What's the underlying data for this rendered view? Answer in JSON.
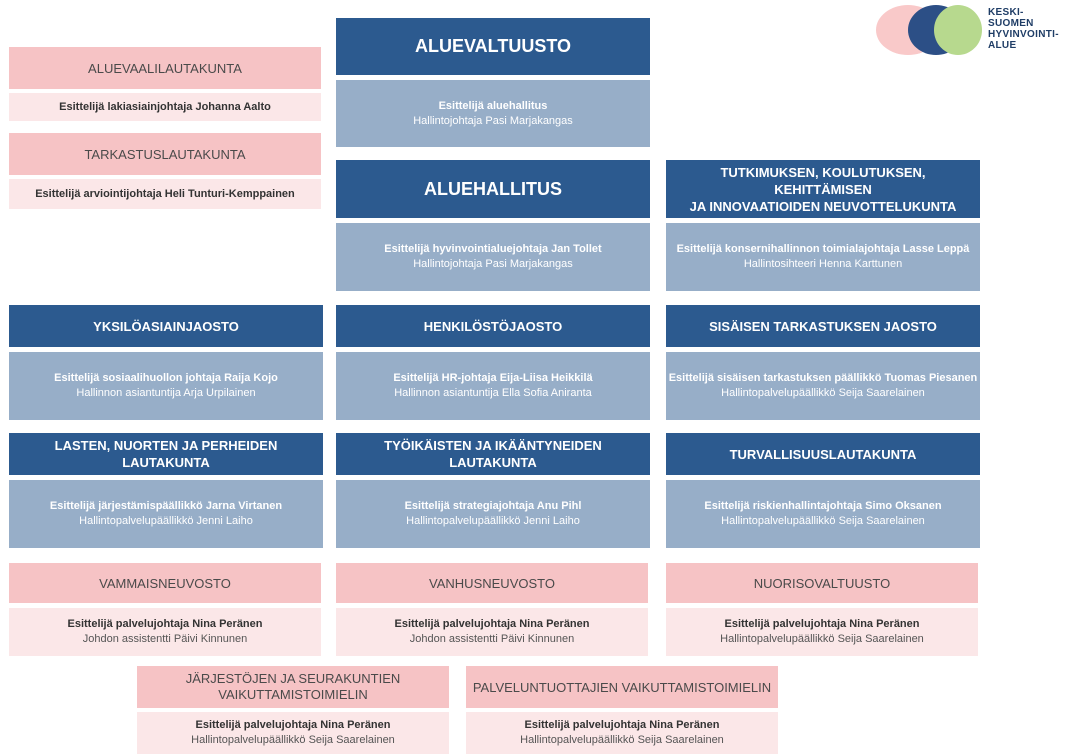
{
  "logo": {
    "lines": [
      "KESKI-",
      "SUOMEN",
      "HYVINVOINTI-",
      "ALUE"
    ],
    "colors": {
      "pink": "#f9c9c9",
      "navy": "#2c4f86",
      "green": "#b7d98e"
    }
  },
  "colors": {
    "navy_header": "#2c5a8f",
    "blue_body": "#97aec8",
    "pink_header": "#f6c3c5",
    "light_pink_body": "#fbe7e8"
  },
  "aluevaalilautakunta": {
    "title": "ALUEVAALILAUTAKUNTA",
    "line1": "Esittelijä lakiasiainjohtaja Johanna Aalto"
  },
  "tarkastuslautakunta": {
    "title": "TARKASTUSLAUTAKUNTA",
    "line1": "Esittelijä arviointijohtaja Heli Tunturi-Kemppainen"
  },
  "aluevaltuusto": {
    "title": "ALUEVALTUUSTO",
    "line1": "Esittelijä aluehallitus",
    "line2": "Hallintojohtaja Pasi Marjakangas"
  },
  "aluehallitus": {
    "title": "ALUEHALLITUS",
    "line1": "Esittelijä hyvinvointialuejohtaja Jan Tollet",
    "line2": "Hallintojohtaja Pasi Marjakangas"
  },
  "tkki": {
    "title_line1": "TUTKIMUKSEN, KOULUTUKSEN, KEHITTÄMISEN",
    "title_line2": "JA INNOVAATIOIDEN NEUVOTTELUKUNTA",
    "line1": "Esittelijä konsernihallinnon toimialajohtaja Lasse Leppä",
    "line2": "Hallintosihteeri Henna Karttunen"
  },
  "yksiloasiainjaosto": {
    "title": "YKSILÖASIAINJAOSTO",
    "line1": "Esittelijä sosiaalihuollon johtaja Raija Kojo",
    "line2": "Hallinnon asiantuntija Arja Urpilainen"
  },
  "henkilostojaosto": {
    "title": "HENKILÖSTÖJAOSTO",
    "line1": "Esittelijä HR-johtaja Eija-Liisa Heikkilä",
    "line2": "Hallinnon asiantuntija Ella Sofia Aniranta"
  },
  "sisainen": {
    "title": "SISÄISEN TARKASTUKSEN JAOSTO",
    "line1": "Esittelijä sisäisen tarkastuksen päällikkö Tuomas Piesanen",
    "line2": "Hallintopalvelupäällikkö Seija Saarelainen"
  },
  "lasten": {
    "title": "LASTEN, NUORTEN JA PERHEIDEN LAUTAKUNTA",
    "line1": "Esittelijä järjestämispäällikkö Jarna Virtanen",
    "line2": "Hallintopalvelupäällikkö Jenni Laiho"
  },
  "tyoikaisten": {
    "title": "TYÖIKÄISTEN JA IKÄÄNTYNEIDEN LAUTAKUNTA",
    "line1": "Esittelijä strategiajohtaja Anu Pihl",
    "line2": "Hallintopalvelupäällikkö Jenni Laiho"
  },
  "turvallisuus": {
    "title": "TURVALLISUUSLAUTAKUNTA",
    "line1": "Esittelijä riskienhallintajohtaja Simo Oksanen",
    "line2": "Hallintopalvelupäällikkö Seija Saarelainen"
  },
  "vammaisneuvosto": {
    "title": "VAMMAISNEUVOSTO",
    "line1": "Esittelijä palvelujohtaja Nina Peränen",
    "line2": "Johdon assistentti Päivi Kinnunen"
  },
  "vanhusneuvosto": {
    "title": "VANHUSNEUVOSTO",
    "line1": "Esittelijä palvelujohtaja Nina Peränen",
    "line2": "Johdon assistentti Päivi Kinnunen"
  },
  "nuorisovaltuusto": {
    "title": "NUORISOVALTUUSTO",
    "line1": "Esittelijä palvelujohtaja Nina Peränen",
    "line2": "Hallintopalvelupäällikkö Seija Saarelainen"
  },
  "jarjestojen": {
    "title_line1": "JÄRJESTÖJEN JA SEURAKUNTIEN",
    "title_line2": "VAIKUTTAMISTOIMIELIN",
    "line1": "Esittelijä palvelujohtaja Nina Peränen",
    "line2": "Hallintopalvelupäällikkö Seija Saarelainen"
  },
  "palveluntuottajien": {
    "title": "PALVELUNTUOTTAJIEN VAIKUTTAMISTOIMIELIN",
    "line1": "Esittelijä palvelujohtaja Nina Peränen",
    "line2": "Hallintopalvelupäällikkö Seija Saarelainen"
  }
}
